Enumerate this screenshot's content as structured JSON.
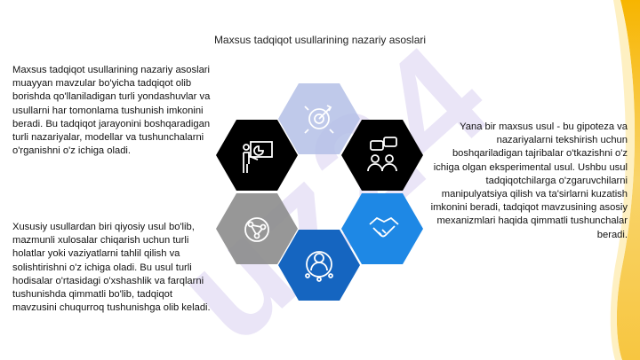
{
  "slide": {
    "title": "Maxsus tadqiqot usullarining nazariy asoslari",
    "paragraphs": {
      "left_top": "Maxsus tadqiqot usullarining nazariy asoslari muayyan mavzular bo'yicha tadqiqot olib borishda qo'llaniladigan turli yondashuvlar va usullarni har tomonlama tushunish imkonini beradi. Bu tadqiqot jarayonini boshqaradigan turli nazariyalar, modellar va tushunchalarni o'rganishni o'z ichiga oladi.",
      "left_bottom": "Xususiy usullardan biri qiyosiy usul bo'lib, mazmunli xulosalar chiqarish uchun turli holatlar yoki vaziyatlarni tahlil qilish va solishtirishni o'z ichiga oladi. Bu usul turli hodisalar o'rtasidagi o'xshashlik va farqlarni tushunishda qimmatli bo'lib, tadqiqot mavzusini chuqurroq tushunishga olib keladi.",
      "right": "Yana bir maxsus usul - bu gipoteza va nazariyalarni tekshirish uchun boshqariladigan tajribalar o'tkazishni o'z ichiga olgan eksperimental usul. Ushbu usul tadqiqotchilarga o'zgaruvchilarni manipulyatsiya qilish va ta'sirlarni kuzatish imkonini beradi, tadqiqot mavzusining asosiy mexanizmlari haqida qimmatli tushunchalar beradi."
    },
    "watermark": "uz24",
    "hexagons": [
      {
        "icon": "target-settings-icon",
        "color": "#b4bfe6"
      },
      {
        "icon": "presentation-chart-icon",
        "color": "#000000"
      },
      {
        "icon": "discussion-icon",
        "color": "#000000"
      },
      {
        "icon": "network-nodes-icon",
        "color": "#8c8c8c"
      },
      {
        "icon": "handshake-icon",
        "color": "#1e88e5"
      },
      {
        "icon": "connected-user-icon",
        "color": "#1565c0"
      }
    ]
  }
}
